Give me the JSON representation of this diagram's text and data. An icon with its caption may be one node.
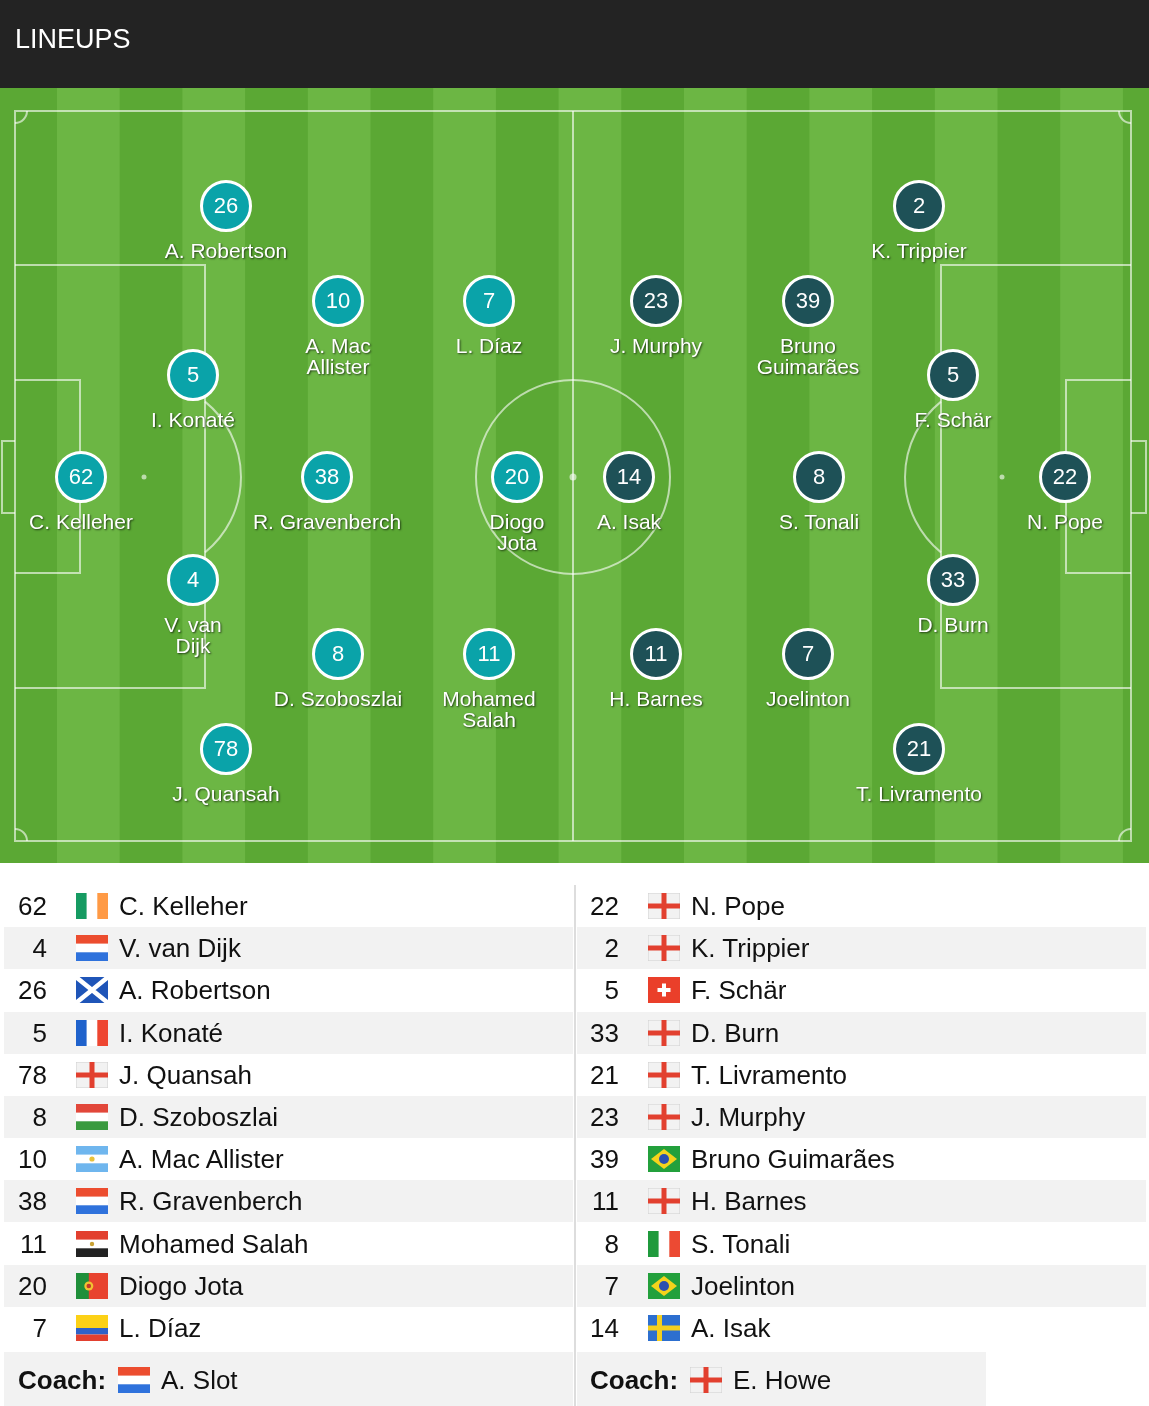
{
  "diagram": {
    "title": "LINEUPS",
    "nodes": [
      {
        "text": [
          "26"
        ],
        "beside": [
          "A. Robertson"
        ]
      },
      {
        "text": [
          "2"
        ],
        "beside": [
          "K. Trippier"
        ]
      },
      {
        "text": [
          "10"
        ],
        "beside": [
          "A. Mac Allister"
        ]
      },
      {
        "text": [
          "7"
        ],
        "beside": [
          "L. Díaz"
        ]
      },
      {
        "text": [
          "23"
        ],
        "beside": [
          "J. Murphy"
        ]
      },
      {
        "text": [
          "39"
        ],
        "beside": [
          "Bruno Guimarães"
        ]
      },
      {
        "text": [
          "5"
        ],
        "beside": [
          "I. Konaté"
        ]
      },
      {
        "text": [
          "5"
        ],
        "beside": [
          "F. Schär"
        ]
      },
      {
        "text": [
          "62"
        ],
        "beside": [
          "C. Kelleher"
        ]
      },
      {
        "text": [
          "38"
        ],
        "beside": [
          "R. Gravenberch"
        ]
      },
      {
        "text": [
          "20"
        ],
        "beside": [
          "Diogo Jota"
        ]
      },
      {
        "text": [
          "14"
        ],
        "beside": [
          "A. Isak"
        ]
      },
      {
        "text": [
          "8"
        ],
        "beside": [
          "S. Tonali"
        ]
      },
      {
        "text": [
          "22"
        ],
        "beside": [
          "N. Pope"
        ]
      },
      {
        "text": [
          "4"
        ],
        "beside": [
          "V. van Dijk"
        ]
      },
      {
        "text": [
          "33"
        ],
        "beside": [
          "D. Burn"
        ]
      },
      {
        "text": [
          "8"
        ],
        "beside": [
          "D. Szoboszlai"
        ]
      },
      {
        "text": [
          "11"
        ],
        "beside": [
          "Mohamed Salah"
        ]
      },
      {
        "text": [
          "11"
        ],
        "beside": [
          "H. Barnes"
        ]
      },
      {
        "text": [
          "7"
        ],
        "beside": [
          "Joelinton"
        ]
      },
      {
        "text": [
          "78"
        ],
        "beside": [
          "J. Quansah"
        ]
      },
      {
        "text": [
          "21"
        ],
        "beside": [
          "T. Livramento"
        ]
      }
    ],
    "labels": [
      "62",
      "C. Kelleher",
      "22",
      "N. Pope",
      "4",
      "V. van Dijk",
      "2",
      "K. Trippier",
      "26",
      "A. Robertson",
      "5",
      "F. Schär",
      "5",
      "I. Konaté",
      "33",
      "D. Burn",
      "78",
      "J. Quansah",
      "21",
      "T. Livramento",
      "8",
      "D. Szoboszlai",
      "23",
      "J. Murphy",
      "10",
      "A. Mac Allister",
      "39",
      "Bruno Guimarães",
      "38",
      "R. Gravenberch",
      "11",
      "H. Barnes",
      "11",
      "Mohamed Salah",
      "8",
      "S. Tonali",
      "20",
      "Diogo Jota",
      "7",
      "Joelinton",
      "7",
      "L. Díaz",
      "14",
      "A. Isak",
      "Coach:",
      "A. Slot",
      "Coach:",
      "E. Howe"
    ]
  }
}
